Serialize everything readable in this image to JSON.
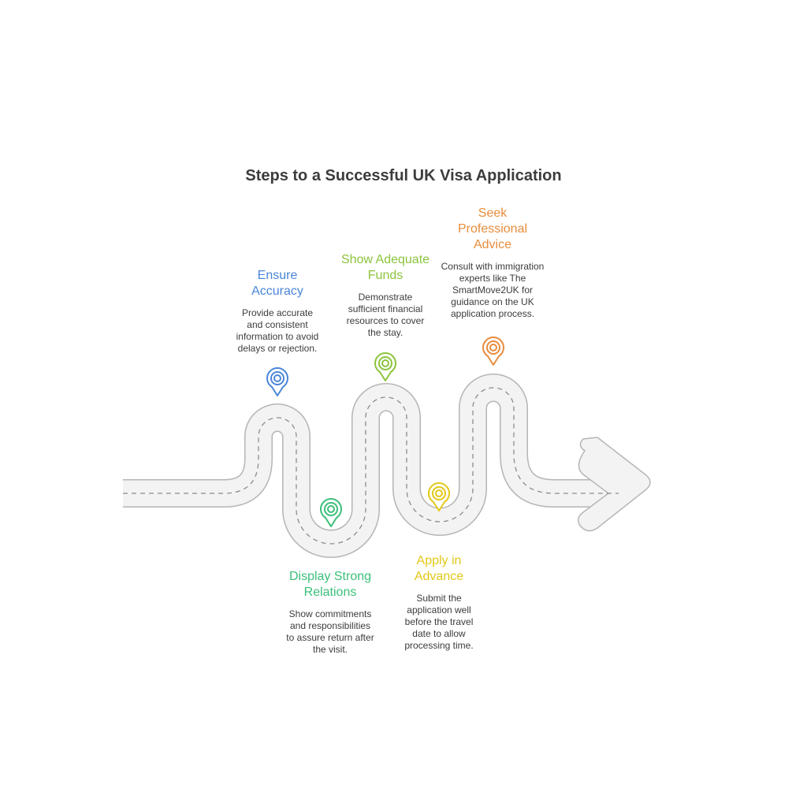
{
  "title": "Steps to a Successful UK Visa Application",
  "colors": {
    "road_fill": "#f3f3f3",
    "road_edge": "#b5b5b5",
    "road_dash": "#8c8c8c"
  },
  "steps": [
    {
      "heading_lines": [
        "Ensure",
        "Accuracy"
      ],
      "desc_lines": [
        "Provide accurate",
        "and consistent",
        "information to avoid",
        "delays or rejection."
      ],
      "color": "#4a86d8",
      "icon": "location-pin-icon"
    },
    {
      "heading_lines": [
        "Display Strong",
        "Relations"
      ],
      "desc_lines": [
        "Show commitments",
        "and responsibilities",
        "to assure return after",
        "the visit."
      ],
      "color": "#3bbf7a",
      "icon": "location-pin-icon"
    },
    {
      "heading_lines": [
        "Show Adequate",
        "Funds"
      ],
      "desc_lines": [
        "Demonstrate",
        "sufficient financial",
        "resources to cover",
        "the stay."
      ],
      "color": "#8cc43d",
      "icon": "location-pin-icon"
    },
    {
      "heading_lines": [
        "Apply in",
        "Advance"
      ],
      "desc_lines": [
        "Submit the",
        "application well",
        "before the travel",
        "date to allow",
        "processing time."
      ],
      "color": "#e3c818",
      "icon": "location-pin-icon"
    },
    {
      "heading_lines": [
        "Seek",
        "Professional",
        "Advice"
      ],
      "desc_lines": [
        "Consult with immigration",
        "experts like The",
        "SmartMove2UK for",
        "guidance on the UK",
        "application process."
      ],
      "color": "#e88c3c",
      "icon": "location-pin-icon"
    }
  ]
}
